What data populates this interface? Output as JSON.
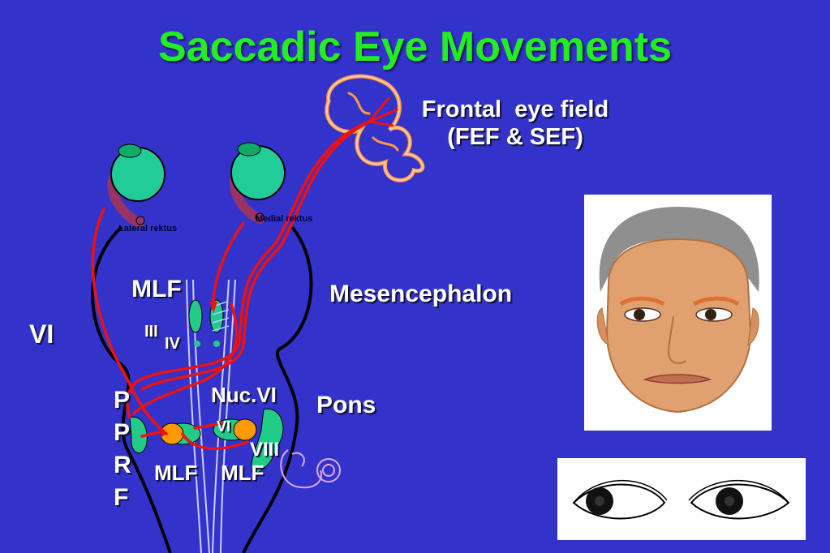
{
  "title": "Saccadic Eye Movements",
  "labels": {
    "frontal_line1": "Frontal  eye field",
    "frontal_line2": "(FEF & SEF)",
    "lateral_rektus": "Lateral rektus",
    "medial_rektus": "Medial rektus",
    "mlf_top": "MLF",
    "mesencephalon": "Mesencephalon",
    "vi_left": "VI",
    "iii": "III",
    "iv": "IV",
    "nuc_vi": "Nuc.VI",
    "vi_small": "VI",
    "pons": "Pons",
    "pprf": [
      "P",
      "P",
      "R",
      "F"
    ],
    "viii": "VIII",
    "mlf_bottom_left": "MLF",
    "mlf_bottom_right": "MLF"
  },
  "colors": {
    "background": "#3333cc",
    "title": "#22ee22",
    "nucleus": "#22cc88",
    "eyeball": "#22cc99",
    "muscle": "#993366",
    "pathway": "#ee1111",
    "orange_nucleus": "#ff9900",
    "cortex_outline": "#ff9944",
    "cortex_inner": "#ffccaa"
  },
  "icons": {
    "face": "face-illustration",
    "eyes": "eyes-looking-left-illustration",
    "cortex": "frontal-cortex-gyri-icon",
    "cochlea": "cochlea-icon"
  }
}
